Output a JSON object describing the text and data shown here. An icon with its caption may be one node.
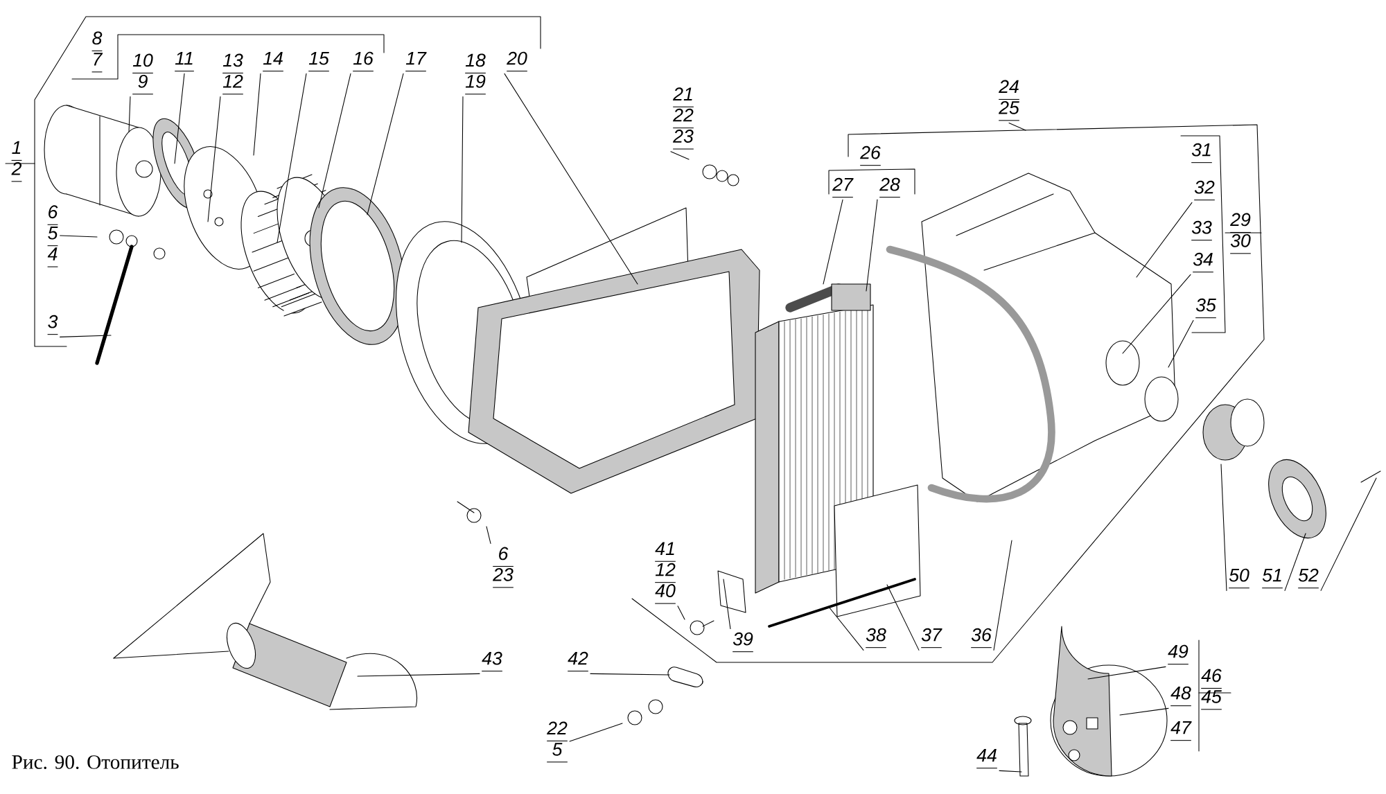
{
  "diagram": {
    "caption": "Рис. 90. Отопитель",
    "nodes": [
      {
        "text": [
          "8",
          "7"
        ]
      },
      {
        "text": [
          "10",
          "9"
        ]
      },
      {
        "text": [
          "11"
        ]
      },
      {
        "text": [
          "13",
          "12"
        ]
      },
      {
        "text": [
          "14"
        ]
      },
      {
        "text": [
          "15"
        ]
      },
      {
        "text": [
          "16"
        ]
      },
      {
        "text": [
          "17"
        ]
      },
      {
        "text": [
          "18",
          "19"
        ]
      },
      {
        "text": [
          "20"
        ]
      },
      {
        "text": [
          "21",
          "22",
          "23"
        ]
      },
      {
        "text": [
          "24",
          "25"
        ]
      },
      {
        "text": [
          "26"
        ]
      },
      {
        "text": [
          "27"
        ]
      },
      {
        "text": [
          "28"
        ]
      },
      {
        "text": [
          "31"
        ]
      },
      {
        "text": [
          "32"
        ]
      },
      {
        "text": [
          "33"
        ]
      },
      {
        "text": [
          "34"
        ]
      },
      {
        "text": [
          "35"
        ]
      },
      {
        "text": [
          "29",
          "30"
        ]
      },
      {
        "text": [
          "1",
          "2"
        ]
      },
      {
        "text": [
          "6",
          "5",
          "4"
        ]
      },
      {
        "text": [
          "3"
        ]
      },
      {
        "text": [
          "6",
          "23"
        ]
      },
      {
        "text": [
          "41",
          "12",
          "40"
        ]
      },
      {
        "text": [
          "39"
        ]
      },
      {
        "text": [
          "38"
        ]
      },
      {
        "text": [
          "37"
        ]
      },
      {
        "text": [
          "36"
        ]
      },
      {
        "text": [
          "43"
        ]
      },
      {
        "text": [
          "42"
        ]
      },
      {
        "text": [
          "22",
          "5"
        ]
      },
      {
        "text": [
          "49"
        ]
      },
      {
        "text": [
          "46",
          "45"
        ]
      },
      {
        "text": [
          "48"
        ]
      },
      {
        "text": [
          "47"
        ]
      },
      {
        "text": [
          "44"
        ]
      },
      {
        "text": [
          "50"
        ]
      },
      {
        "text": [
          "51"
        ]
      },
      {
        "text": [
          "52"
        ]
      }
    ],
    "edges": [
      {
        "from": 1,
        "to": null,
        "arrow": "none"
      },
      {
        "from": 2,
        "to": null,
        "arrow": "none"
      },
      {
        "from": 3,
        "to": null,
        "arrow": "none"
      },
      {
        "from": 4,
        "to": null,
        "arrow": "none"
      },
      {
        "from": 5,
        "to": null,
        "arrow": "none"
      },
      {
        "from": 6,
        "to": null,
        "arrow": "none"
      },
      {
        "from": 7,
        "to": null,
        "arrow": "none"
      },
      {
        "from": 8,
        "to": null,
        "arrow": "none"
      },
      {
        "from": 9,
        "to": null,
        "arrow": "none"
      },
      {
        "from": 10,
        "to": null,
        "arrow": "none"
      },
      {
        "from": 11,
        "to": null,
        "arrow": "none"
      },
      {
        "from": 13,
        "to": null,
        "arrow": "none"
      },
      {
        "from": 14,
        "to": null,
        "arrow": "none"
      },
      {
        "from": 16,
        "to": null,
        "arrow": "none"
      },
      {
        "from": 18,
        "to": null,
        "arrow": "none"
      },
      {
        "from": 19,
        "to": null,
        "arrow": "none"
      },
      {
        "from": 22,
        "to": null,
        "arrow": "none"
      },
      {
        "from": 23,
        "to": null,
        "arrow": "none"
      },
      {
        "from": 24,
        "to": null,
        "arrow": "none"
      },
      {
        "from": 25,
        "to": null,
        "arrow": "none"
      },
      {
        "from": 26,
        "to": null,
        "arrow": "none"
      },
      {
        "from": 27,
        "to": null,
        "arrow": "none"
      },
      {
        "from": 28,
        "to": null,
        "arrow": "none"
      },
      {
        "from": 29,
        "to": null,
        "arrow": "none"
      },
      {
        "from": 30,
        "to": null,
        "arrow": "none"
      },
      {
        "from": 31,
        "to": null,
        "arrow": "none"
      },
      {
        "from": 32,
        "to": null,
        "arrow": "none"
      },
      {
        "from": 33,
        "to": null,
        "arrow": "none"
      },
      {
        "from": 35,
        "to": null,
        "arrow": "none"
      },
      {
        "from": 37,
        "to": null,
        "arrow": "none"
      },
      {
        "from": 38,
        "to": null,
        "arrow": "none"
      },
      {
        "from": 39,
        "to": null,
        "arrow": "none"
      },
      {
        "from": 40,
        "to": null,
        "arrow": "none"
      }
    ]
  }
}
